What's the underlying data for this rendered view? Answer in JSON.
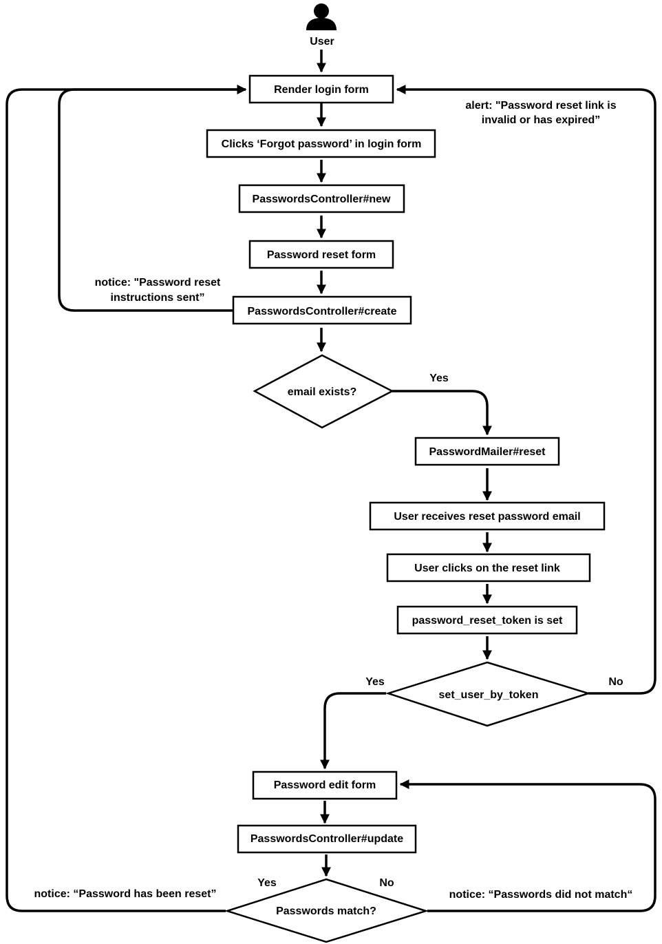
{
  "diagram": {
    "actor": {
      "label": "User",
      "icon": "user-icon"
    },
    "nodes": {
      "render_login": "Render login form",
      "clicks_forgot": "Clicks ‘Forgot password’ in login form",
      "controller_new": "PasswordsController#new",
      "reset_form": "Password reset form",
      "controller_create": "PasswordsController#create",
      "email_exists": "email exists?",
      "mailer_reset": "PasswordMailer#reset",
      "receives_email": "User receives reset password email",
      "clicks_link": "User clicks on the reset link",
      "token_set": "password_reset_token is set",
      "set_user_by_token": "set_user_by_token",
      "edit_form": "Password edit form",
      "controller_update": "PasswordsController#update",
      "passwords_match": "Passwords match?"
    },
    "labels": {
      "alert_line1": "alert: \"Password reset link is",
      "alert_line2": "invalid or has expired”",
      "notice_sent_line1": "notice: \"Password reset",
      "notice_sent_line2": "instructions sent”",
      "yes_email": "Yes",
      "yes_token": "Yes",
      "no_token": "No",
      "yes_match": "Yes",
      "no_match": "No",
      "notice_reset": "notice: “Password has been reset”",
      "notice_mismatch": "notice: “Passwords did not match“"
    }
  }
}
